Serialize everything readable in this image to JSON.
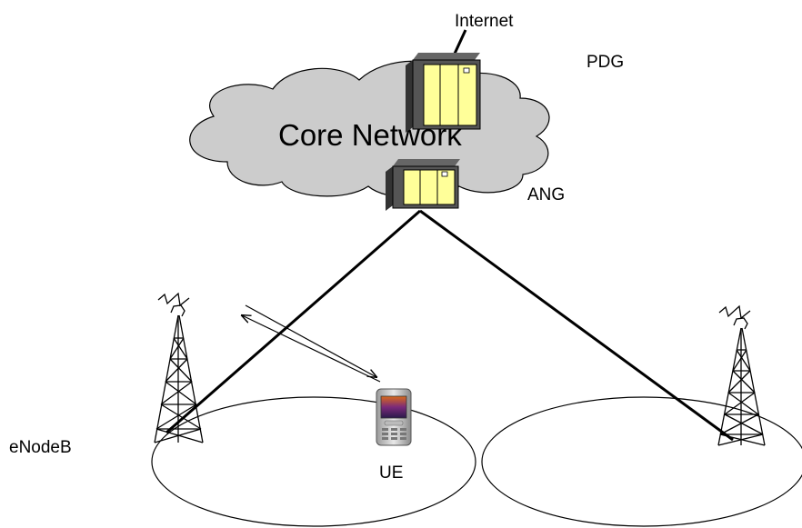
{
  "labels": {
    "internet": "Internet",
    "pdg": "PDG",
    "core_network": "Core Network",
    "ang": "ANG",
    "enodeb": "eNodeB",
    "ue": "UE"
  },
  "colors": {
    "cloud_fill": "#cccccc",
    "server_front": "#ffff99",
    "server_side": "#555555",
    "server_dark": "#333333",
    "line": "#000000"
  },
  "icons": [
    "server-icon",
    "cell-tower-icon",
    "mobile-phone-icon",
    "cloud-shape"
  ]
}
